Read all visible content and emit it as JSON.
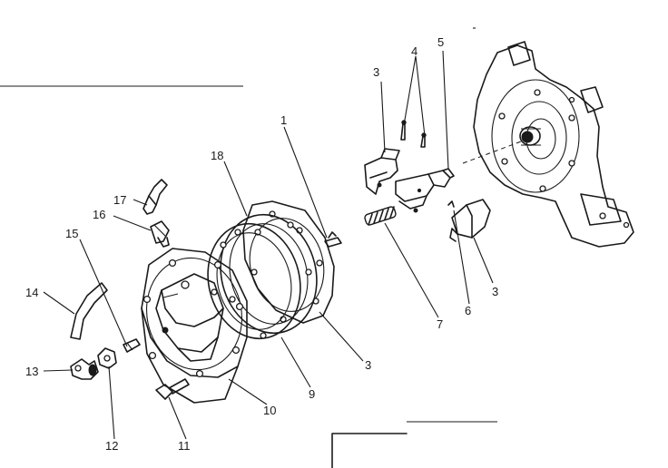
{
  "diagram": {
    "callouts": [
      {
        "id": "c1",
        "text": "1"
      },
      {
        "id": "c3a",
        "text": "3"
      },
      {
        "id": "c4",
        "text": "4"
      },
      {
        "id": "c5",
        "text": "5"
      },
      {
        "id": "c3b",
        "text": "3"
      },
      {
        "id": "c3c",
        "text": "3"
      },
      {
        "id": "c6",
        "text": "6"
      },
      {
        "id": "c7",
        "text": "7"
      },
      {
        "id": "c9",
        "text": "9"
      },
      {
        "id": "c10",
        "text": "10"
      },
      {
        "id": "c11",
        "text": "11"
      },
      {
        "id": "c12",
        "text": "12"
      },
      {
        "id": "c13",
        "text": "13"
      },
      {
        "id": "c14",
        "text": "14"
      },
      {
        "id": "c15",
        "text": "15"
      },
      {
        "id": "c16",
        "text": "16"
      },
      {
        "id": "c17",
        "text": "17"
      },
      {
        "id": "c18",
        "text": "18"
      }
    ],
    "colors": {
      "ink": "#1a1a1a",
      "paper": "#ffffff"
    }
  }
}
